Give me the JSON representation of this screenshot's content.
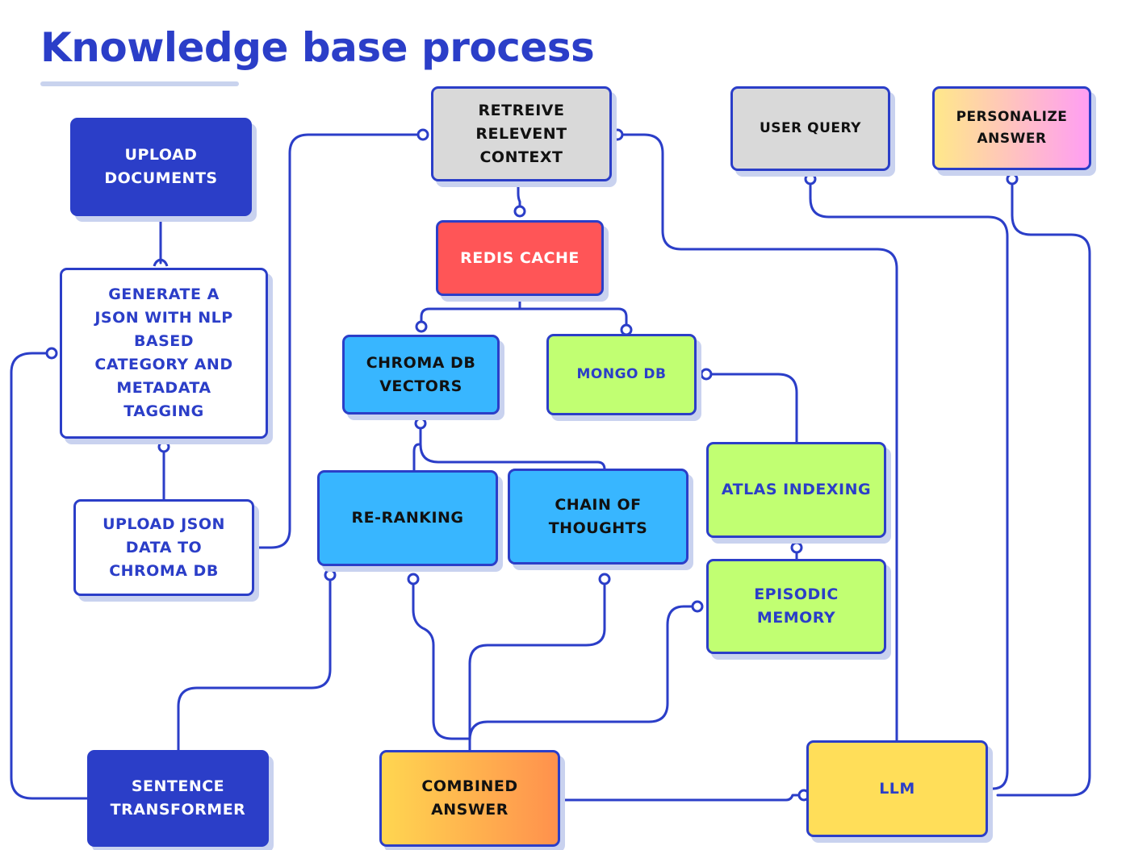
{
  "title": "Knowledge base process",
  "nodes": {
    "upload_documents": "UPLOAD DOCUMENTS",
    "generate_json": "GENERATE A JSON WITH NLP BASED CATEGORY AND METADATA TAGGING",
    "upload_json": "UPLOAD JSON DATA TO CHROMA DB",
    "retrieve_context": "RETREIVE RELEVENT CONTEXT",
    "redis_cache": "REDIS CACHE",
    "chroma_db": "CHROMA DB VECTORS",
    "mongo_db": "MONGO DB",
    "re_ranking": "RE-RANKING",
    "chain_of_thoughts": "CHAIN OF THOUGHTS",
    "atlas_indexing": "ATLAS INDEXING",
    "episodic_memory": "EPISODIC MEMORY",
    "user_query": "USER QUERY",
    "personalize_answer": "PERSONALIZE ANSWER",
    "sentence_transformer": "SENTENCE TRANSFORMER",
    "combined_answer": "COMBINED ANSWER",
    "llm": "LLM"
  },
  "colors": {
    "primary": "#2b3ec8",
    "gray": "#d9d9d9",
    "red": "#ff5557",
    "blue": "#38b6ff",
    "lime": "#c1ff72",
    "yellow": "#ffde59",
    "orange_gradient": [
      "#ffd650",
      "#ff914d"
    ],
    "pink_gradient": [
      "#ffe88a",
      "#ff9ef3"
    ]
  }
}
